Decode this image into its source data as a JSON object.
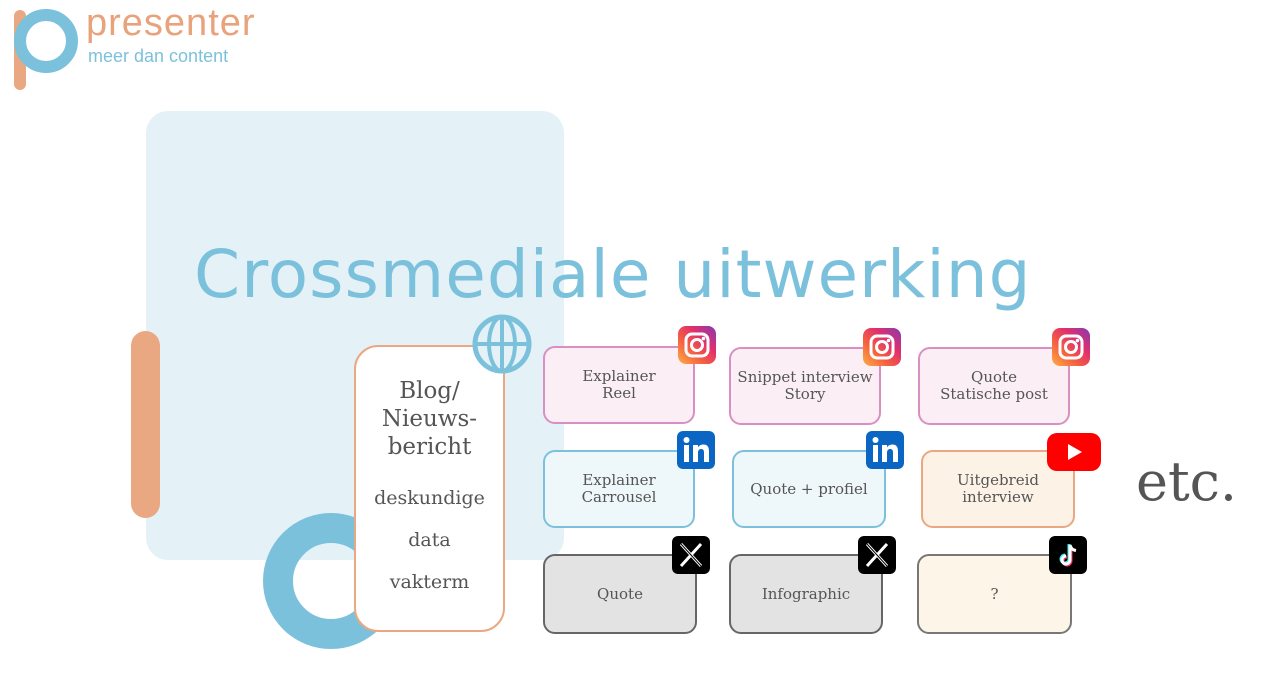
{
  "logo": {
    "name": "presenter",
    "tagline": "meer dan content"
  },
  "title": "Crossmediale uitwerking",
  "blog_card": {
    "title": "Blog/ Nieuws- bericht",
    "items": [
      "deskundige",
      "data",
      "vakterm"
    ]
  },
  "cards": [
    {
      "label": "Explainer\nReel",
      "platform": "instagram-icon"
    },
    {
      "label": "Snippet interview\nStory",
      "platform": "instagram-icon"
    },
    {
      "label": "Quote\nStatische post",
      "platform": "instagram-icon"
    },
    {
      "label": "Explainer\nCarrousel",
      "platform": "linkedin-icon"
    },
    {
      "label": "Quote + profiel",
      "platform": "linkedin-icon"
    },
    {
      "label": "Uitgebreid\ninterview",
      "platform": "youtube-icon"
    },
    {
      "label": "Quote",
      "platform": "x-icon"
    },
    {
      "label": "Infographic",
      "platform": "x-icon"
    },
    {
      "label": "?",
      "platform": "tiktok-icon"
    }
  ],
  "etc": "etc.",
  "colors": {
    "blue": "#7cc1dc",
    "orange": "#eaa882",
    "pink": "#d98fc1",
    "light_blue_bg": "#e4f2f8"
  }
}
